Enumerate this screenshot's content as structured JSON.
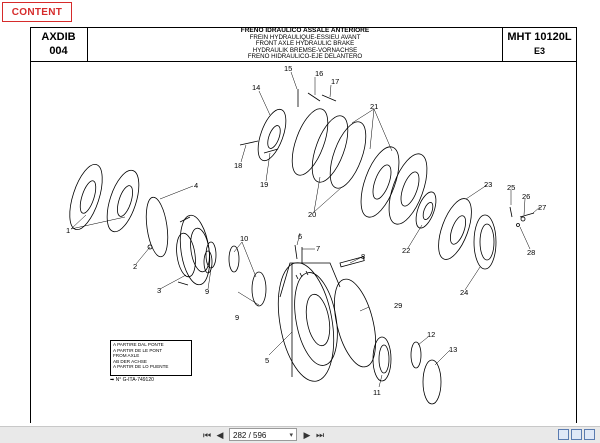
{
  "badge": {
    "label": "CONTENT"
  },
  "title_block": {
    "code": [
      "AXDIB",
      "004"
    ],
    "titles": [
      "FRENO IDRAULICO ASSALE ANTERIORE",
      "FREIN HYDRAULIQUE-ESSIEU AVANT",
      "FRONT AXLE HYDRAULIC BRAKE",
      "HYDRAULIK BREMSE-VORNACHSE",
      "FRENO HIDRAULICO-EJE DELANTERO"
    ],
    "model": "MHT 10120L",
    "model_sub": "E3"
  },
  "legend": {
    "lines": [
      "A PARTIRE DAL PONTE",
      "A PARTIR DE LE PONT",
      "FROM AXLE",
      "AB DER ACHSE",
      "A PARTIR DE LO PUENTE"
    ],
    "serial": "N° G-ITA-749120"
  },
  "callouts": [
    "1",
    "2",
    "3",
    "4",
    "5",
    "6",
    "7",
    "8",
    "9",
    "9",
    "10",
    "11",
    "12",
    "13",
    "14",
    "15",
    "16",
    "17",
    "18",
    "19",
    "20",
    "20",
    "21",
    "22",
    "23",
    "24",
    "25",
    "26",
    "27",
    "28",
    "29"
  ],
  "toolbar": {
    "first_icon": "skip-first-icon",
    "prev_icon": "previous-icon",
    "page_value": "282 / 596",
    "next_icon": "next-icon",
    "last_icon": "skip-last-icon"
  }
}
